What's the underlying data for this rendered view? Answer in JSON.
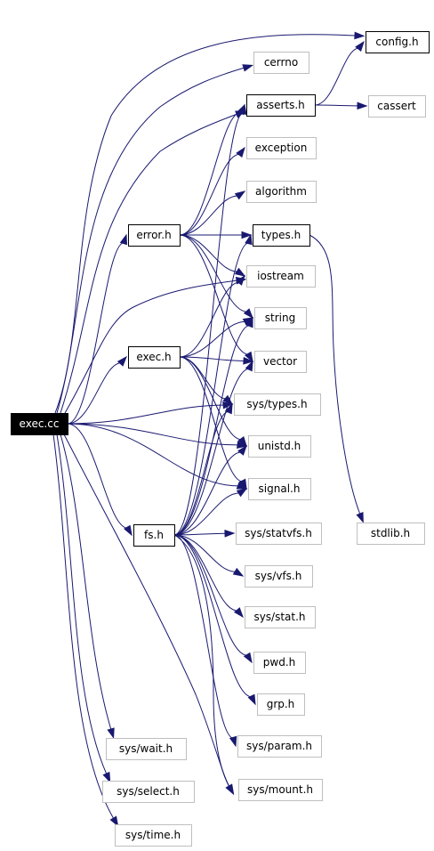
{
  "graph": {
    "colors": {
      "edge": "#191970",
      "root_fill": "#000000",
      "root_text": "#ffffff",
      "doc_border": "#000000",
      "ext_border": "#bfbfbf",
      "text": "#000000",
      "background": "#ffffff"
    },
    "nodes": [
      {
        "id": "exec_cc",
        "label": "exec.cc",
        "kind": "root"
      },
      {
        "id": "error_h",
        "label": "error.h",
        "kind": "documented"
      },
      {
        "id": "exec_h",
        "label": "exec.h",
        "kind": "documented"
      },
      {
        "id": "fs_h",
        "label": "fs.h",
        "kind": "documented"
      },
      {
        "id": "config_h",
        "label": "config.h",
        "kind": "documented"
      },
      {
        "id": "asserts_h",
        "label": "asserts.h",
        "kind": "documented"
      },
      {
        "id": "types_h",
        "label": "types.h",
        "kind": "documented"
      },
      {
        "id": "cerrno",
        "label": "cerrno",
        "kind": "external"
      },
      {
        "id": "cassert",
        "label": "cassert",
        "kind": "external"
      },
      {
        "id": "exception",
        "label": "exception",
        "kind": "external"
      },
      {
        "id": "algorithm",
        "label": "algorithm",
        "kind": "external"
      },
      {
        "id": "iostream",
        "label": "iostream",
        "kind": "external"
      },
      {
        "id": "string",
        "label": "string",
        "kind": "external"
      },
      {
        "id": "vector",
        "label": "vector",
        "kind": "external"
      },
      {
        "id": "sys_types_h",
        "label": "sys/types.h",
        "kind": "external"
      },
      {
        "id": "unistd_h",
        "label": "unistd.h",
        "kind": "external"
      },
      {
        "id": "signal_h",
        "label": "signal.h",
        "kind": "external"
      },
      {
        "id": "sys_statvfs_h",
        "label": "sys/statvfs.h",
        "kind": "external"
      },
      {
        "id": "stdlib_h",
        "label": "stdlib.h",
        "kind": "external"
      },
      {
        "id": "sys_vfs_h",
        "label": "sys/vfs.h",
        "kind": "external"
      },
      {
        "id": "sys_stat_h",
        "label": "sys/stat.h",
        "kind": "external"
      },
      {
        "id": "pwd_h",
        "label": "pwd.h",
        "kind": "external"
      },
      {
        "id": "grp_h",
        "label": "grp.h",
        "kind": "external"
      },
      {
        "id": "sys_param_h",
        "label": "sys/param.h",
        "kind": "external"
      },
      {
        "id": "sys_mount_h",
        "label": "sys/mount.h",
        "kind": "external"
      },
      {
        "id": "sys_wait_h",
        "label": "sys/wait.h",
        "kind": "external"
      },
      {
        "id": "sys_select_h",
        "label": "sys/select.h",
        "kind": "external"
      },
      {
        "id": "sys_time_h",
        "label": "sys/time.h",
        "kind": "external"
      }
    ],
    "edges": [
      {
        "from": "exec_cc",
        "to": "config_h"
      },
      {
        "from": "exec_cc",
        "to": "cerrno"
      },
      {
        "from": "exec_cc",
        "to": "asserts_h"
      },
      {
        "from": "exec_cc",
        "to": "error_h"
      },
      {
        "from": "exec_cc",
        "to": "iostream"
      },
      {
        "from": "exec_cc",
        "to": "exec_h"
      },
      {
        "from": "exec_cc",
        "to": "sys_types_h"
      },
      {
        "from": "exec_cc",
        "to": "unistd_h"
      },
      {
        "from": "exec_cc",
        "to": "signal_h"
      },
      {
        "from": "exec_cc",
        "to": "fs_h"
      },
      {
        "from": "exec_cc",
        "to": "sys_mount_h"
      },
      {
        "from": "exec_cc",
        "to": "sys_wait_h"
      },
      {
        "from": "exec_cc",
        "to": "sys_select_h"
      },
      {
        "from": "exec_cc",
        "to": "sys_time_h"
      },
      {
        "from": "asserts_h",
        "to": "config_h"
      },
      {
        "from": "asserts_h",
        "to": "cassert"
      },
      {
        "from": "error_h",
        "to": "asserts_h"
      },
      {
        "from": "error_h",
        "to": "exception"
      },
      {
        "from": "error_h",
        "to": "algorithm"
      },
      {
        "from": "error_h",
        "to": "types_h"
      },
      {
        "from": "error_h",
        "to": "iostream"
      },
      {
        "from": "error_h",
        "to": "string"
      },
      {
        "from": "error_h",
        "to": "vector"
      },
      {
        "from": "types_h",
        "to": "stdlib_h"
      },
      {
        "from": "exec_h",
        "to": "iostream"
      },
      {
        "from": "exec_h",
        "to": "string"
      },
      {
        "from": "exec_h",
        "to": "vector"
      },
      {
        "from": "exec_h",
        "to": "sys_types_h"
      },
      {
        "from": "exec_h",
        "to": "unistd_h"
      },
      {
        "from": "exec_h",
        "to": "signal_h"
      },
      {
        "from": "fs_h",
        "to": "asserts_h"
      },
      {
        "from": "fs_h",
        "to": "types_h"
      },
      {
        "from": "fs_h",
        "to": "string"
      },
      {
        "from": "fs_h",
        "to": "vector"
      },
      {
        "from": "fs_h",
        "to": "sys_types_h"
      },
      {
        "from": "fs_h",
        "to": "unistd_h"
      },
      {
        "from": "fs_h",
        "to": "signal_h"
      },
      {
        "from": "fs_h",
        "to": "sys_statvfs_h"
      },
      {
        "from": "fs_h",
        "to": "sys_vfs_h"
      },
      {
        "from": "fs_h",
        "to": "sys_stat_h"
      },
      {
        "from": "fs_h",
        "to": "pwd_h"
      },
      {
        "from": "fs_h",
        "to": "grp_h"
      },
      {
        "from": "fs_h",
        "to": "sys_param_h"
      },
      {
        "from": "fs_h",
        "to": "sys_mount_h"
      }
    ]
  }
}
